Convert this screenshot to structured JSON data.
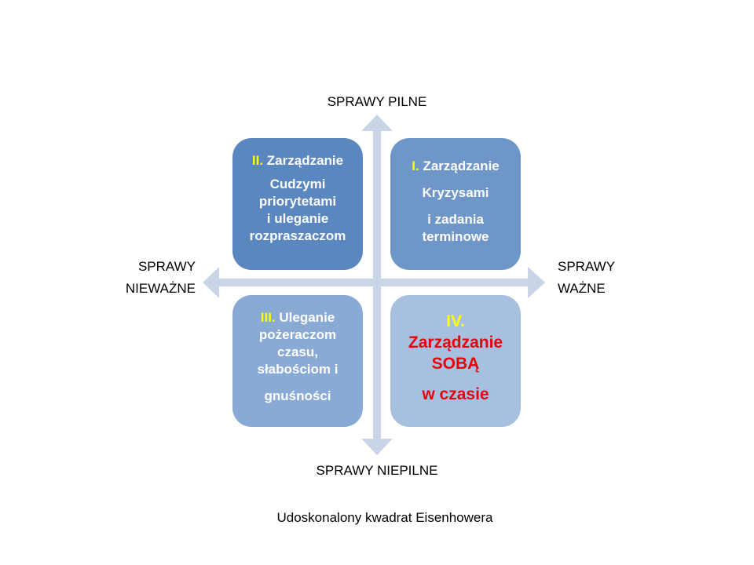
{
  "axes": {
    "top": "SPRAWY PILNE",
    "bottom": "SPRAWY NIEPILNE",
    "left": [
      "SPRAWY",
      "NIEWAŻNE"
    ],
    "right": [
      "SPRAWY",
      "WAŻNE"
    ]
  },
  "quadrants": {
    "q2": {
      "num": "II.",
      "title": "Zarządzanie",
      "lines": [
        "Cudzymi",
        "priorytetami",
        "i uleganie",
        "rozpraszaczom"
      ]
    },
    "q1": {
      "num": "I.",
      "title": "Zarządzanie",
      "lines": [
        "Kryzysami",
        "i zadania",
        "terminowe"
      ]
    },
    "q3": {
      "num": "III.",
      "title": "Uleganie",
      "lines": [
        "pożeraczom",
        "czasu,",
        "słabościom i",
        "gnuśności"
      ]
    },
    "q4": {
      "num": "IV.",
      "lines": [
        "Zarządzanie",
        "SOBĄ",
        "w czasie"
      ]
    }
  },
  "caption": "Udoskonalony kwadrat Eisenhowera",
  "colors": {
    "q2": "#5b87c0",
    "q1": "#6e96c9",
    "q3": "#8aaad6",
    "q4": "#a8c0e0",
    "arrow": "#c9d4e7",
    "highlight": "#ffff00",
    "red": "#e8000b"
  }
}
